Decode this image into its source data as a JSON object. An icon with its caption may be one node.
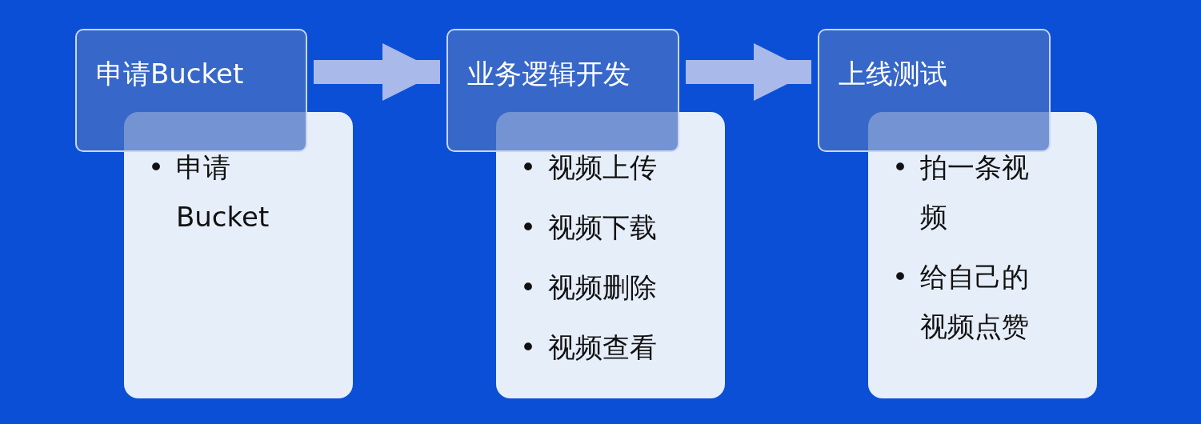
{
  "diagram": {
    "nodes": [
      {
        "text": [
          "申请Bucket"
        ]
      },
      {
        "text": [
          "申请Bucket"
        ]
      },
      {
        "text": [
          "业务逻辑开发"
        ]
      },
      {
        "text": [
          "视频上传",
          "视频下载",
          "视频删除",
          "视频查看"
        ]
      },
      {
        "text": [
          "上线测试"
        ]
      },
      {
        "text": [
          "拍一条视频",
          "给自己的视频点赞"
        ]
      }
    ],
    "edges": [
      {
        "from": 0,
        "to": 2,
        "arrow": "to"
      },
      {
        "from": 2,
        "to": 4,
        "arrow": "to"
      }
    ],
    "labels": [
      "•",
      "•",
      "•",
      "•",
      "•",
      "•",
      "•"
    ]
  }
}
